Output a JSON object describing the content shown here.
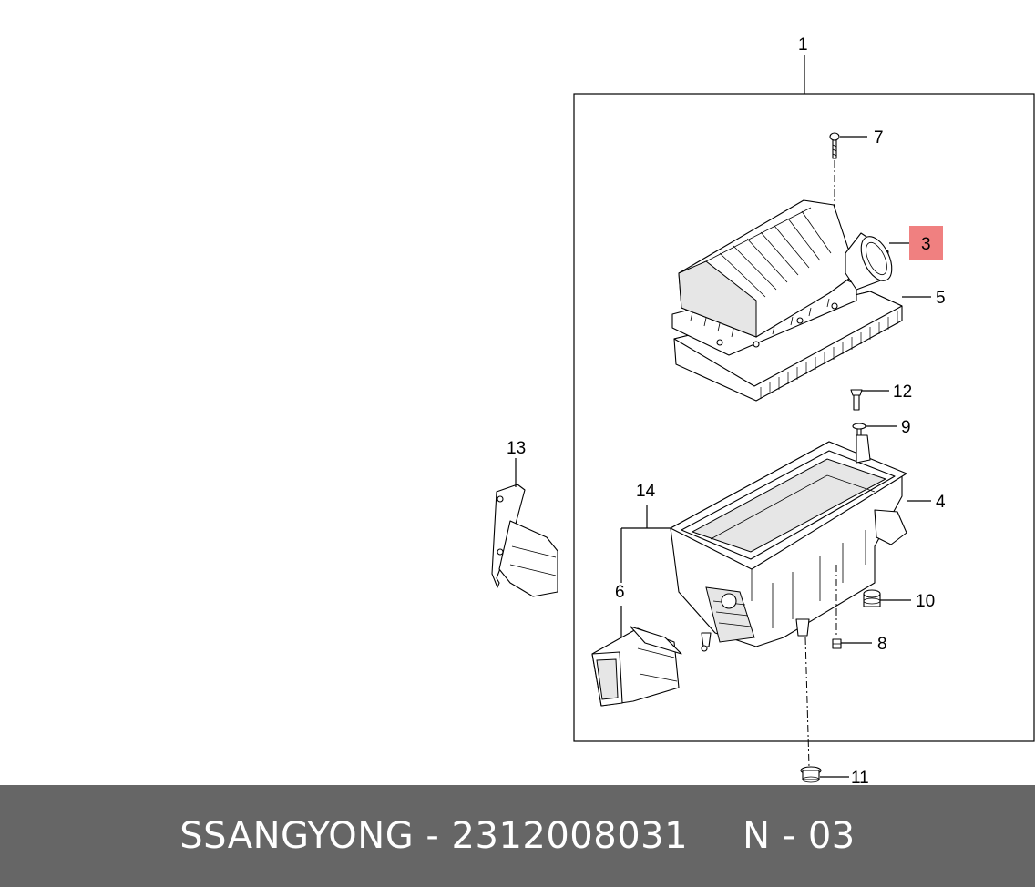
{
  "callouts": {
    "c1": "1",
    "c3": "3",
    "c4": "4",
    "c5": "5",
    "c6": "6",
    "c7": "7",
    "c8": "8",
    "c9": "9",
    "c10": "10",
    "c11": "11",
    "c12": "12",
    "c13": "13",
    "c14": "14"
  },
  "highlight_color": "#f08080",
  "footer": {
    "part_label": "SSANGYONG - 2312008031",
    "page_code": "N - 03"
  }
}
